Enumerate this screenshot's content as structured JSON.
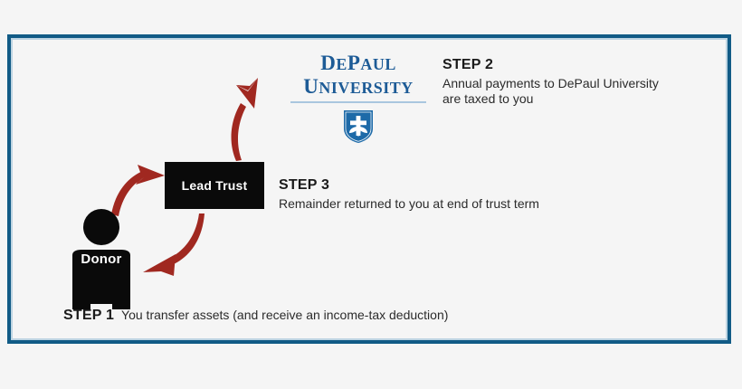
{
  "panel": {
    "border_color": "#115b86",
    "inner_accent_color": "#bdd4e2",
    "background_color": "#f5f5f5"
  },
  "logo": {
    "line1_prefix": "D",
    "line1_small": "E",
    "line1_mid": "P",
    "line1_rest": "AUL",
    "line1_text": "DePaul",
    "line2_text": "University",
    "brand_color": "#1d5b96",
    "rule_color": "#a9c6df",
    "shield_name": "depaul-shield-crest"
  },
  "nodes": {
    "lead_trust_label": "Lead Trust",
    "donor_label": "Donor",
    "node_fill": "#0a0a0a"
  },
  "arrows": {
    "color": "#a02820",
    "donor_to_trust": "donor-to-lead-trust-arrow",
    "trust_to_university": "lead-trust-to-university-arrow",
    "trust_to_donor": "lead-trust-to-donor-arrow"
  },
  "steps": {
    "step1": {
      "heading": "STEP 1",
      "body": "You transfer assets (and receive an income-tax deduction)"
    },
    "step2": {
      "heading": "STEP 2",
      "body_line1": "Annual payments to DePaul University",
      "body_line2": "are taxed to you"
    },
    "step3": {
      "heading": "STEP 3",
      "body": "Remainder returned to you at end of trust term"
    }
  }
}
